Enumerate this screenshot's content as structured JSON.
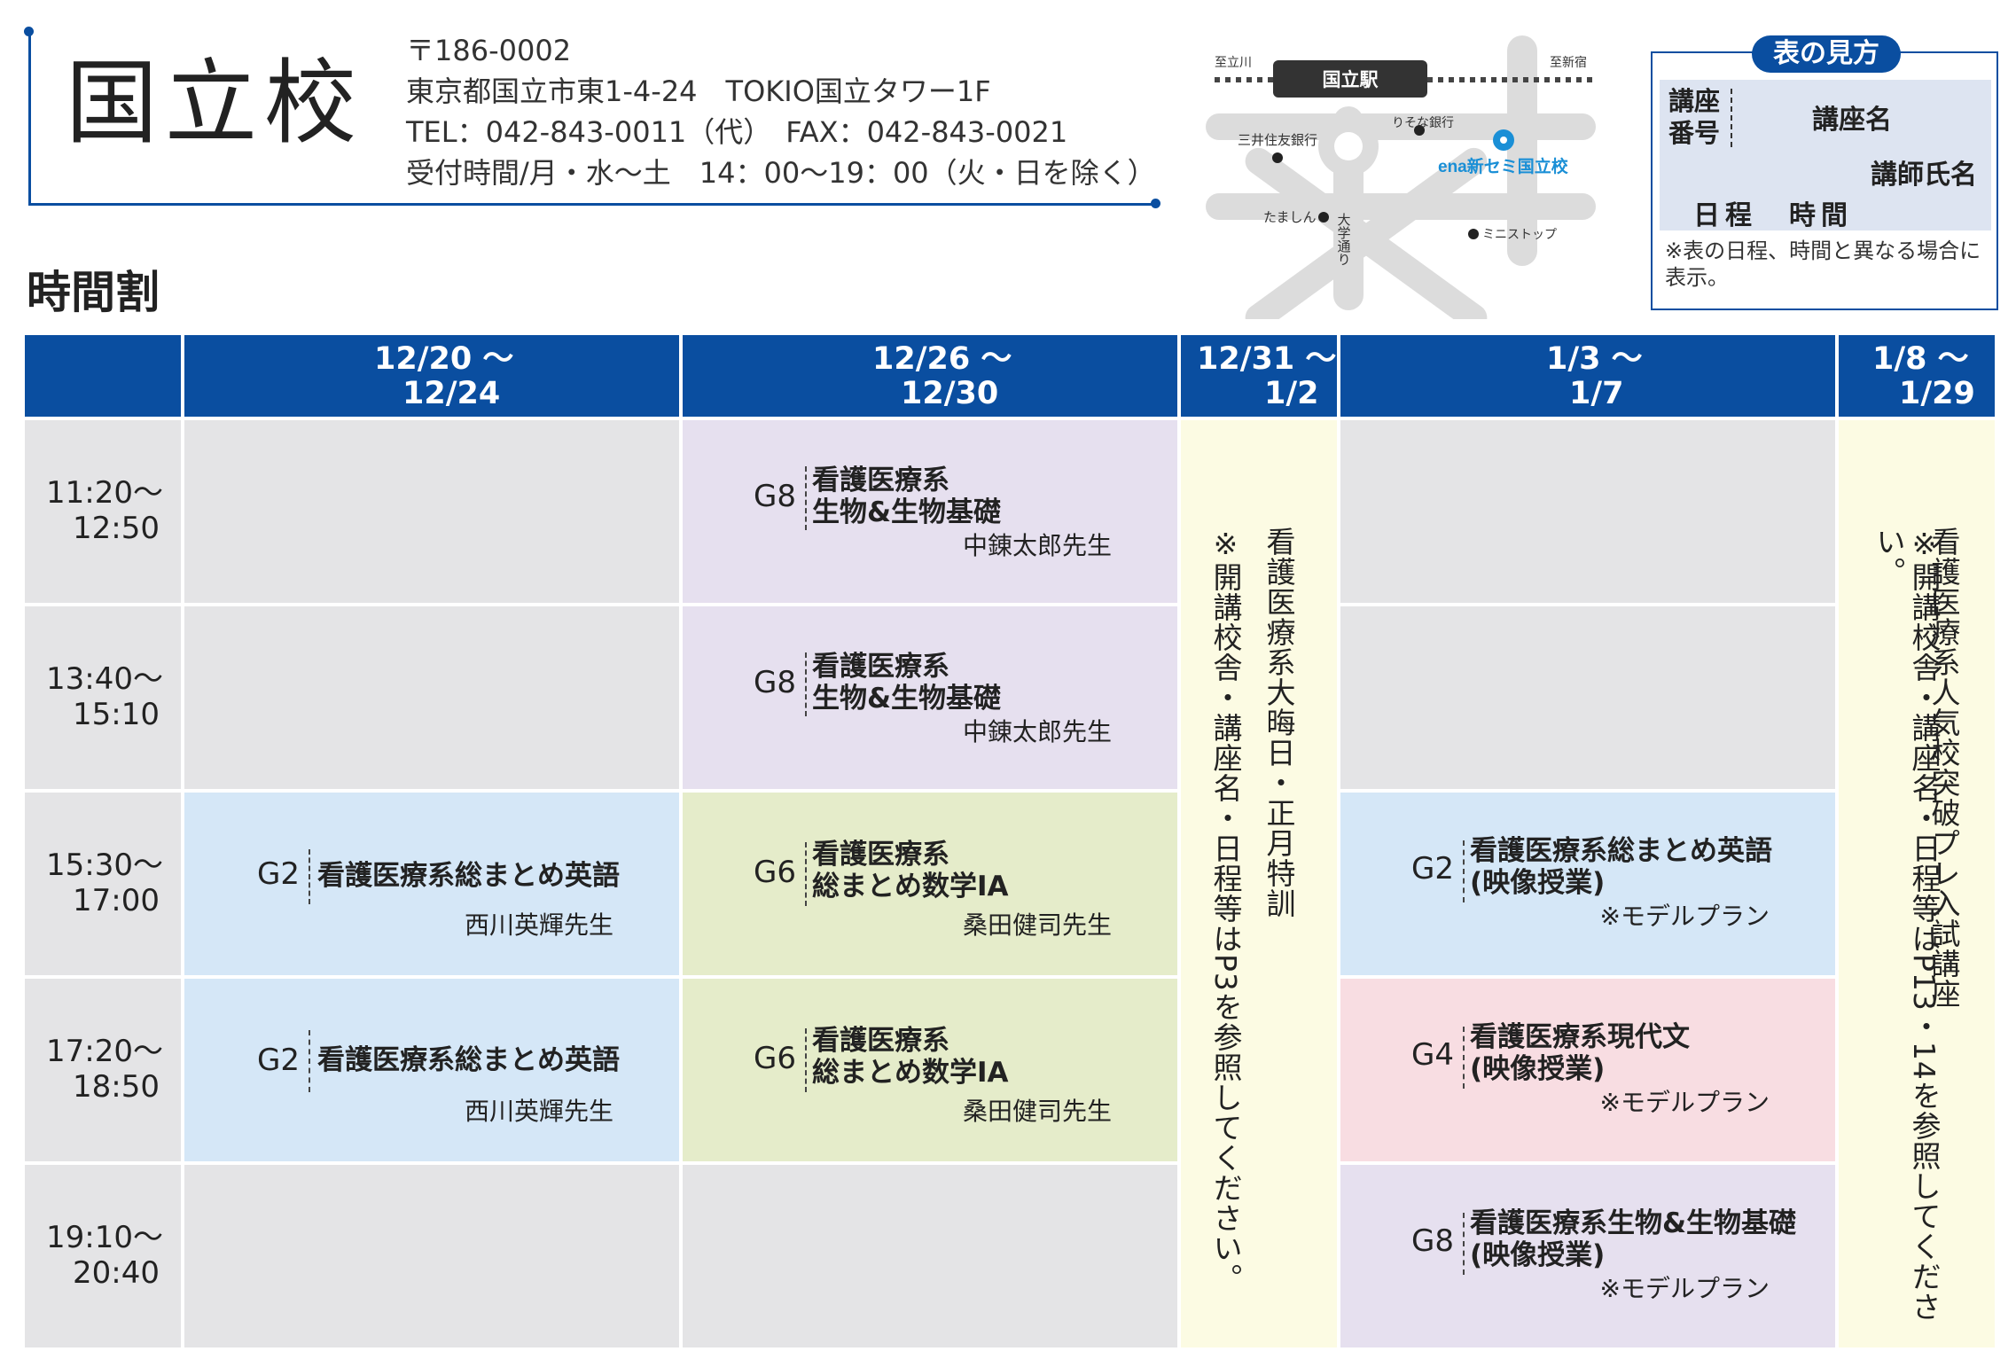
{
  "school": {
    "name": "国立校",
    "address_lines": [
      "〒186-0002",
      "東京都国立市東1-4-24　TOKIO国立タワー1F",
      "TEL：042-843-0011（代）　FAX：042-843-0021",
      "受付時間/月・水～土　14：00～19：00（火・日を除く）"
    ]
  },
  "map": {
    "station": "国立駅",
    "west": "至立川",
    "east": "至新宿",
    "landmarks": {
      "mitsui": "三井住友銀行",
      "resona": "りそな銀行",
      "ena": "ena新セミ国立校",
      "tamashin": "たましん",
      "street": "大学通り",
      "ministop": "ミニストップ"
    },
    "ena_color": "#1a8fd6"
  },
  "legend": {
    "title": "表の見方",
    "number_label": "講座番号",
    "course_label": "講座名",
    "teacher_label": "講師氏名",
    "schedule_label": "日程　時間",
    "note": "※表の日程、時間と異なる場合に表示。"
  },
  "timetable": {
    "heading": "時間割",
    "columns": [
      {
        "l1": "12/20 ～",
        "l2": "12/24"
      },
      {
        "l1": "12/26 ～",
        "l2": "12/30"
      },
      {
        "l1": "12/31 ～",
        "l2": "1/2"
      },
      {
        "l1": "1/3 ～",
        "l2": "1/7"
      },
      {
        "l1": "1/8 ～",
        "l2": "1/29"
      }
    ],
    "times": [
      {
        "start": "11:20～",
        "end": "12:50"
      },
      {
        "start": "13:40～",
        "end": "15:10"
      },
      {
        "start": "15:30～",
        "end": "17:00"
      },
      {
        "start": "17:20～",
        "end": "18:50"
      },
      {
        "start": "19:10～",
        "end": "20:40"
      }
    ],
    "courses": {
      "r0c1": {
        "code": "G8",
        "name": "看護医療系\n生物&生物基礎",
        "teacher": "中錬太郎先生"
      },
      "r1c1": {
        "code": "G8",
        "name": "看護医療系\n生物&生物基礎",
        "teacher": "中錬太郎先生"
      },
      "r2c0": {
        "code": "G2",
        "name": "看護医療系総まとめ英語",
        "teacher": "西川英輝先生"
      },
      "r2c1": {
        "code": "G6",
        "name": "看護医療系\n総まとめ数学ⅠA",
        "teacher": "桑田健司先生"
      },
      "r2c3": {
        "code": "G2",
        "name": "看護医療系総まとめ英語\n(映像授業)",
        "teacher": "※モデルプラン"
      },
      "r3c0": {
        "code": "G2",
        "name": "看護医療系総まとめ英語",
        "teacher": "西川英輝先生"
      },
      "r3c1": {
        "code": "G6",
        "name": "看護医療系\n総まとめ数学ⅠA",
        "teacher": "桑田健司先生"
      },
      "r3c3": {
        "code": "G4",
        "name": "看護医療系現代文\n(映像授業)",
        "teacher": "※モデルプラン"
      },
      "r4c3": {
        "code": "G8",
        "name": "看護医療系生物&生物基礎\n(映像授業)",
        "teacher": "※モデルプラン"
      }
    },
    "special": {
      "c2_title": "看護医療系大晦日・正月特訓",
      "c2_note": "※開講校舎・講座名・日程等はP3を参照してください。",
      "c4_title": "看護医療系人気校突破プレ入試講座",
      "c4_note": "※開講校舎・講座名・日程等はP13・14を参照してください。"
    }
  }
}
